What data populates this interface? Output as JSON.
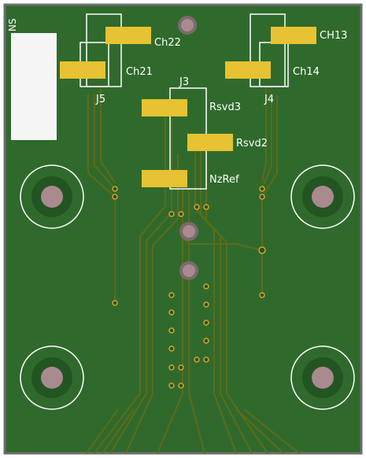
{
  "board": {
    "side_label": "NS",
    "colors": {
      "board_fill": "#2f6a2c",
      "board_edge": "#6d6d6d",
      "pad_gold": "#e7c232",
      "silkscreen": "#ffffff",
      "trace": "#5e6a18",
      "via_ring": "#d9a12f",
      "hole": "#a98a8f"
    },
    "labels": {
      "ch22": "Ch22",
      "ch21": "Ch21",
      "ch13": "CH13",
      "ch14": "Ch14",
      "j5": "J5",
      "j4": "J4",
      "j3": "J3",
      "rsvd3": "Rsvd3",
      "rsvd2": "Rsvd2",
      "nzref": "NzRef"
    }
  }
}
